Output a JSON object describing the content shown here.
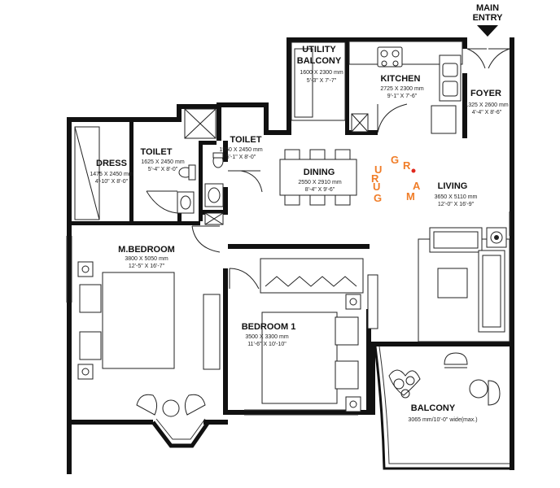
{
  "entry": {
    "label_line1": "MAIN",
    "label_line2": "ENTRY"
  },
  "brand": {
    "letters": [
      "U",
      "G",
      "R",
      "A",
      "M",
      "G",
      "U",
      "R"
    ],
    "color": "#f07d28"
  },
  "rooms": {
    "utility": {
      "name_line1": "UTILITY",
      "name_line2": "BALCONY",
      "dim_mm": "1600 X 2300 mm",
      "dim_ft": "5'-3\" X 7'-7\""
    },
    "kitchen": {
      "name": "KITCHEN",
      "dim_mm": "2725 X 2300 mm",
      "dim_ft": "9'-1\" X 7'-6\""
    },
    "foyer": {
      "name": "FOYER",
      "dim_mm": "1325 X 2600 mm",
      "dim_ft": "4'-4\" X 8'-6\""
    },
    "dress": {
      "name": "DRESS",
      "dim_mm": "1475 X 2450 mm",
      "dim_ft": "4'-10\" X 8'-0\""
    },
    "toilet1": {
      "name": "TOILET",
      "dim_mm": "1625 X 2450 mm",
      "dim_ft": "5'-4\" X 8'-0\""
    },
    "toilet2": {
      "name": "TOILET",
      "dim_mm": "1550 X 2450 mm",
      "dim_ft": "5'-1\" X 8'-0\""
    },
    "dining": {
      "name": "DINING",
      "dim_mm": "2550 X 2910 mm",
      "dim_ft": "8'-4\" X 9'-6\""
    },
    "living": {
      "name": "LIVING",
      "dim_mm": "3650 X 5110 mm",
      "dim_ft": "12'-0\" X 16'-9\""
    },
    "mbed": {
      "name": "M.BEDROOM",
      "dim_mm": "3800 X 5050 mm",
      "dim_ft": "12'-5\" X 16'-7\""
    },
    "bed1": {
      "name": "BEDROOM 1",
      "dim_mm": "3500 X 3300 mm",
      "dim_ft": "11'-6\" X 10'-10\""
    },
    "balcony": {
      "name": "BALCONY",
      "dim": "3065 mm/10'-0\" wide(max.)"
    }
  }
}
